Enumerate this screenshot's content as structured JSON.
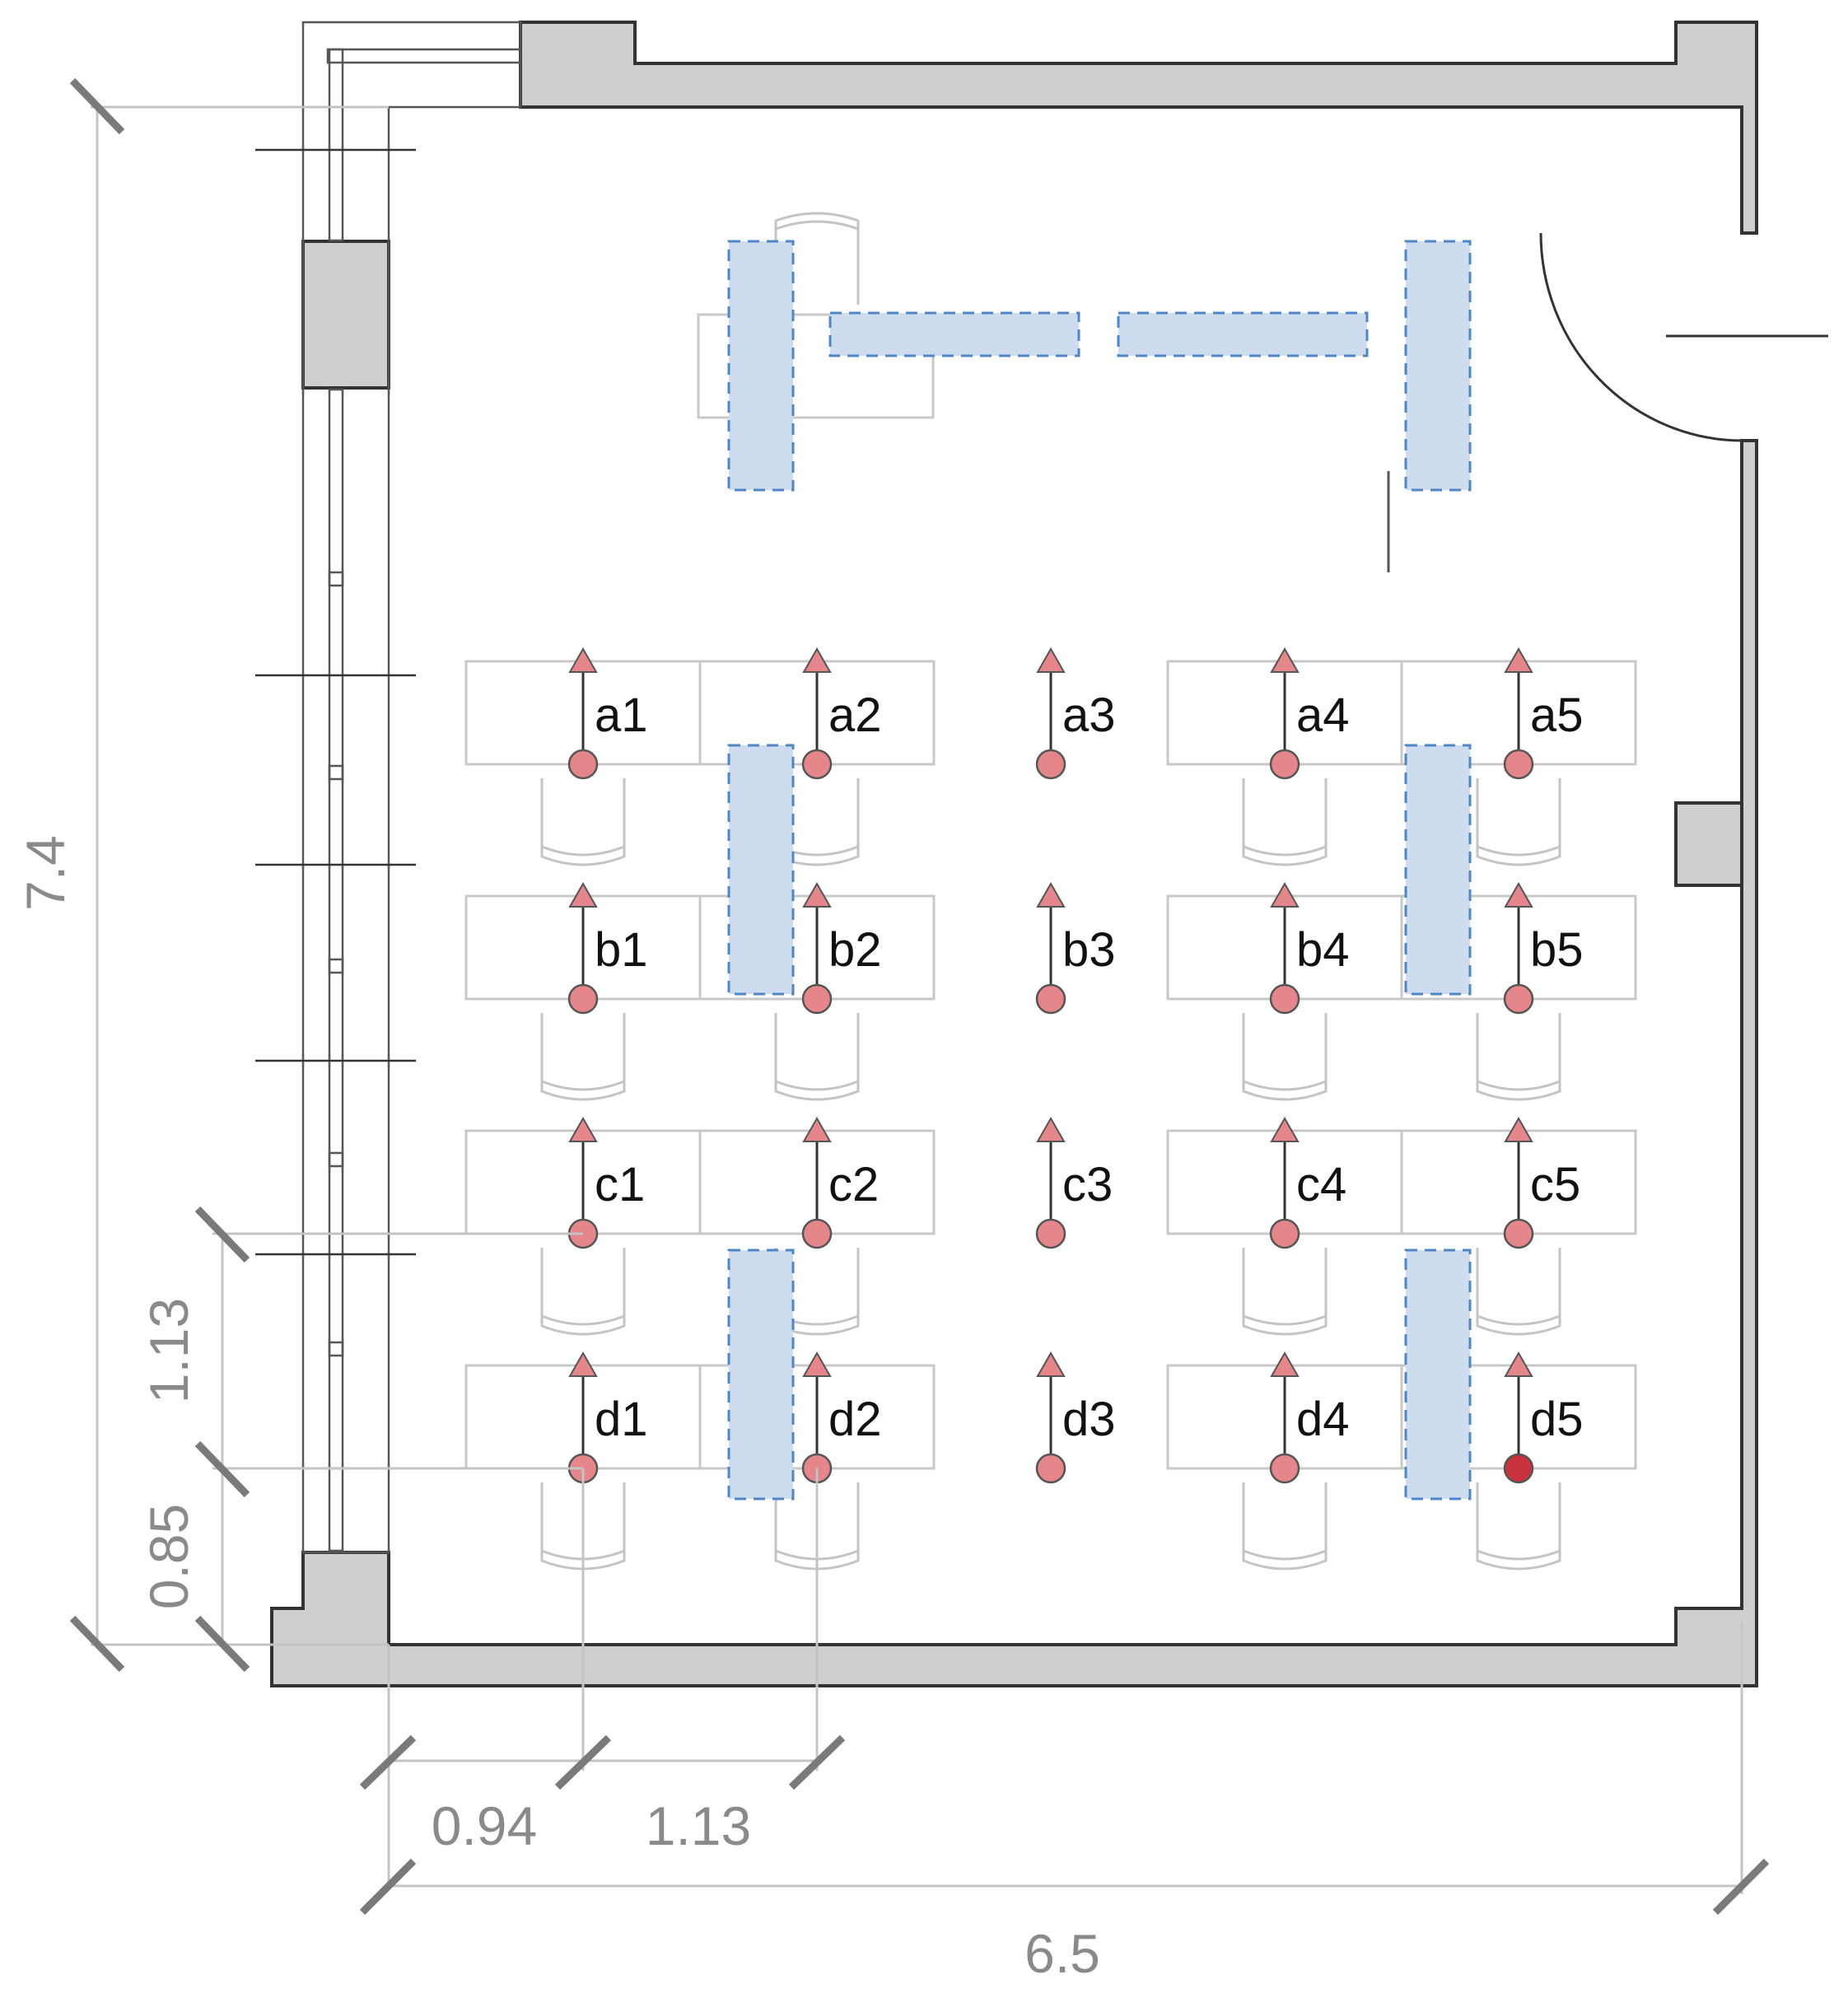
{
  "dimensions": {
    "room_width": "6.5",
    "room_depth": "7.4",
    "first_column_offset": "0.94",
    "column_spacing": "1.13",
    "row_spacing": "1.13",
    "last_row_offset": "0.85"
  },
  "grid_labels": [
    [
      "a1",
      "a2",
      "a3",
      "a4",
      "a5"
    ],
    [
      "b1",
      "b2",
      "b3",
      "b4",
      "b5"
    ],
    [
      "c1",
      "c2",
      "c3",
      "c4",
      "c5"
    ],
    [
      "d1",
      "d2",
      "d3",
      "d4",
      "d5"
    ]
  ],
  "highlighted_point": "d5",
  "colors": {
    "wall": "#cfcfcf",
    "point": "#e5868b",
    "point_highlight": "#c8323c",
    "luminaire": "#cddcee",
    "luminaire_outline": "#4f86c6"
  }
}
